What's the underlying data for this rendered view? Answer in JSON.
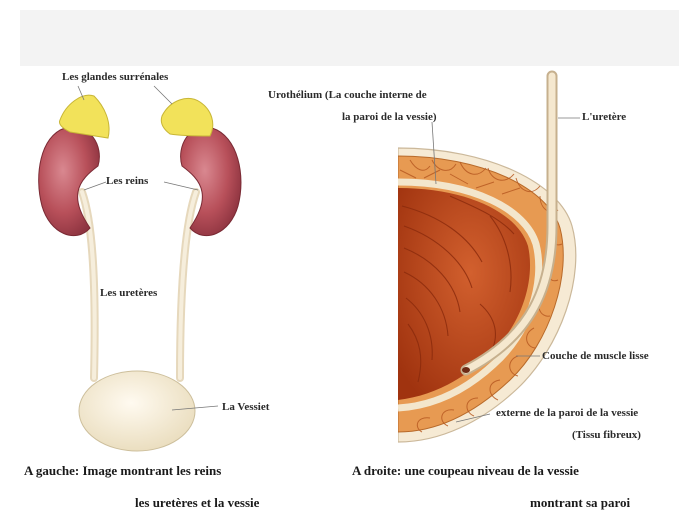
{
  "left_diagram": {
    "labels": {
      "adrenal": "Les glandes surrénales",
      "kidneys": "Les reins",
      "ureters": "Les uretères",
      "bladder": "La Vessiet"
    }
  },
  "right_diagram": {
    "labels": {
      "urothelium_line1": "Urothélium (La couche interne de",
      "urothelium_line2": "la paroi de la vessie)",
      "ureter": "L'uretère",
      "muscle": "Couche de muscle lisse",
      "outer_line1": "externe de la paroi de la vessie",
      "outer_line2": "(Tissu fibreux)"
    }
  },
  "captions": {
    "left_line1": "A gauche: Image montrant les reins",
    "left_line2": "les uretères et la vessie",
    "right_line1": "A droite: une coupeau niveau de la vessie",
    "right_line2": "montrant sa paroi"
  },
  "colors": {
    "kidney": "#b8505a",
    "adrenal": "#f2e25a",
    "ureter": "#efe3cc",
    "bladder": "#f5ecd6",
    "bladder_interior": "#c2461c",
    "muscle_wall": "#e79a52",
    "header_band": "#f3f3f3"
  }
}
